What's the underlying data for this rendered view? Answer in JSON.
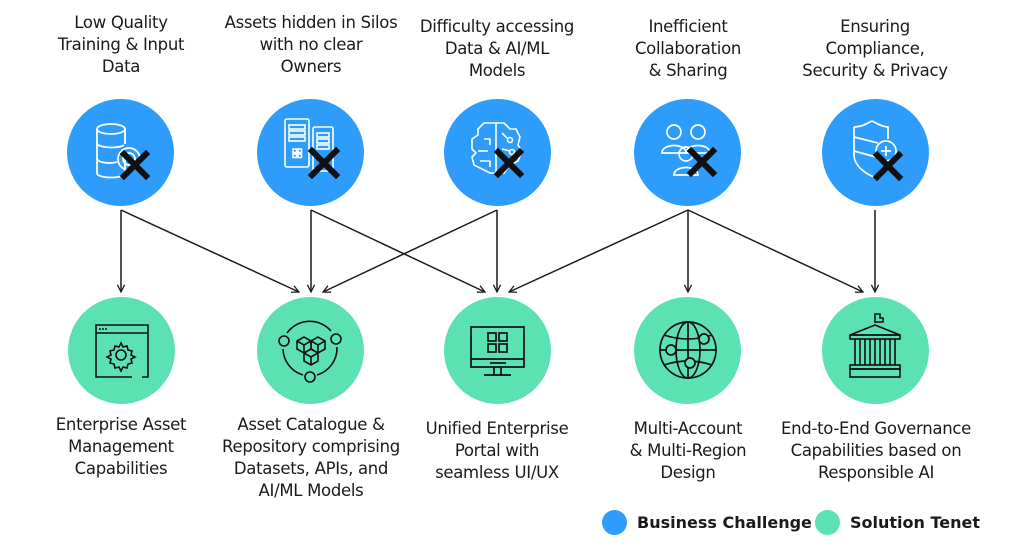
{
  "colors": {
    "business_challenge": "#2d9cfa",
    "solution_tenet": "#5ce1b3",
    "arrow": "#1a1a1a",
    "x_mark": "#111111"
  },
  "challenges": [
    {
      "id": "c1",
      "lines": [
        "Low Quality",
        "Training & Input",
        "Data"
      ],
      "icon": "database-search-icon"
    },
    {
      "id": "c2",
      "lines": [
        "Assets hidden in Silos",
        "with no clear",
        "Owners"
      ],
      "icon": "servers-icon"
    },
    {
      "id": "c3",
      "lines": [
        "Difficulty accessing",
        "Data & AI/ML",
        "Models"
      ],
      "icon": "brain-circuit-icon"
    },
    {
      "id": "c4",
      "lines": [
        "Inefficient",
        "Collaboration",
        "& Sharing"
      ],
      "icon": "users-group-icon"
    },
    {
      "id": "c5",
      "lines": [
        "Ensuring",
        "Compliance,",
        "Security & Privacy"
      ],
      "icon": "shield-plus-icon"
    }
  ],
  "tenets": [
    {
      "id": "s1",
      "lines": [
        "Enterprise Asset",
        "Management",
        "Capabilities"
      ],
      "icon": "window-gear-icon"
    },
    {
      "id": "s2",
      "lines": [
        "Asset Catalogue &",
        "Repository comprising",
        "Datasets, APIs, and",
        "AI/ML Models"
      ],
      "icon": "cubes-network-icon"
    },
    {
      "id": "s3",
      "lines": [
        "Unified Enterprise",
        "Portal with",
        "seamless UI/UX"
      ],
      "icon": "monitor-apps-icon"
    },
    {
      "id": "s4",
      "lines": [
        "Multi-Account",
        "& Multi-Region",
        "Design"
      ],
      "icon": "globe-network-icon"
    },
    {
      "id": "s5",
      "lines": [
        "End-to-End Governance",
        "Capabilities based on",
        "Responsible AI"
      ],
      "icon": "government-building-icon"
    }
  ],
  "connections": [
    [
      "c1",
      "s1"
    ],
    [
      "c1",
      "s2"
    ],
    [
      "c2",
      "s2"
    ],
    [
      "c2",
      "s3"
    ],
    [
      "c3",
      "s2"
    ],
    [
      "c3",
      "s3"
    ],
    [
      "c4",
      "s3"
    ],
    [
      "c4",
      "s4"
    ],
    [
      "c4",
      "s5"
    ],
    [
      "c5",
      "s5"
    ]
  ],
  "legend": [
    {
      "label": "Business Challenge",
      "kind": "business_challenge"
    },
    {
      "label": "Solution Tenet",
      "kind": "solution_tenet"
    }
  ]
}
